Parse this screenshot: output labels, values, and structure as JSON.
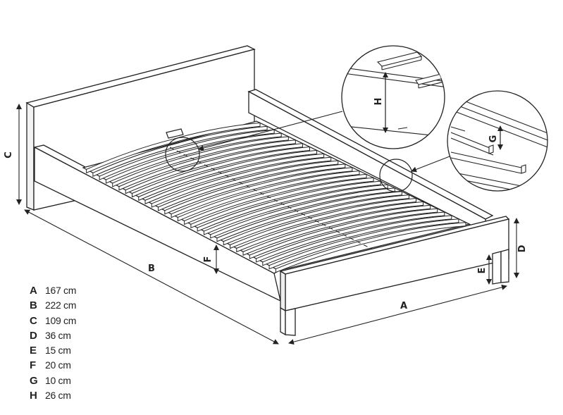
{
  "diagram": {
    "labels": {
      "A": "A",
      "B": "B",
      "C": "C",
      "D": "D",
      "E": "E",
      "F": "F",
      "G": "G",
      "H": "H"
    }
  },
  "legend": [
    {
      "key": "A",
      "value": "167 cm"
    },
    {
      "key": "B",
      "value": "222 cm"
    },
    {
      "key": "C",
      "value": "109 cm"
    },
    {
      "key": "D",
      "value": "36 cm"
    },
    {
      "key": "E",
      "value": "15 cm"
    },
    {
      "key": "F",
      "value": "20 cm"
    },
    {
      "key": "G",
      "value": "10 cm"
    },
    {
      "key": "H",
      "value": "26 cm"
    }
  ]
}
